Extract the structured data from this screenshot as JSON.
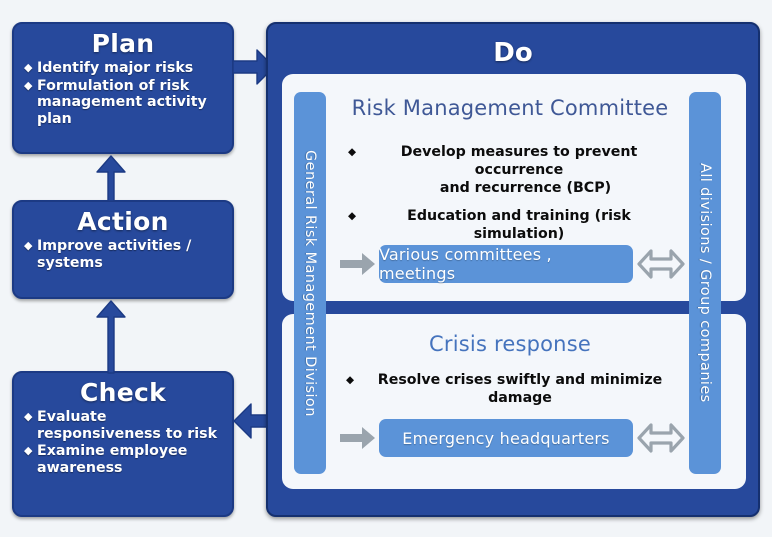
{
  "colors": {
    "navy": "#27499C",
    "navy_dark": "#1c3a84",
    "mid_blue": "#5b93d8",
    "panel_light": "#f4f7fb",
    "page_bg": "#f2f5f8",
    "arrow_gray": "#9aa4ad",
    "heading_rmc": "#3f5896",
    "heading_crisis": "#4573bd"
  },
  "cycle": {
    "plan": {
      "title": "Plan",
      "bullets": [
        "Identify major risks",
        "Formulation of risk management activity plan"
      ]
    },
    "action": {
      "title": "Action",
      "bullets": [
        "Improve activities  /  systems"
      ]
    },
    "check": {
      "title": "Check",
      "bullets": [
        "Evaluate responsiveness to risk",
        "Examine employee awareness"
      ]
    }
  },
  "do": {
    "title": "Do",
    "left_sidebar": "General Risk Management Division",
    "right_sidebar": "All divisions / Group companies",
    "sections": [
      {
        "heading": "Risk Management Committee",
        "bullets": [
          {
            "line1": "Develop measures to prevent occurrence",
            "line2": "and recurrence (BCP)"
          },
          {
            "line1": "Education and training (risk simulation)",
            "line2": ""
          }
        ],
        "pill": "Various committees , meetings"
      },
      {
        "heading": "Crisis response",
        "bullets": [
          {
            "line1": "Resolve crises swiftly and minimize damage",
            "line2": ""
          }
        ],
        "pill": "Emergency headquarters"
      }
    ]
  },
  "arrows": {
    "plan_to_do": "arrow-right-plan-to-do",
    "do_to_check": "arrow-left-do-to-check",
    "check_to_action": "arrow-up-check-to-action",
    "action_to_plan": "arrow-up-action-to-plan",
    "in_rmc": "arrow-right-into-committees",
    "out_rmc": "arrow-both-committees-divisions",
    "in_crisis": "arrow-right-into-emergency",
    "out_crisis": "arrow-both-emergency-divisions"
  },
  "glyphs": {
    "diamond": "◆"
  }
}
